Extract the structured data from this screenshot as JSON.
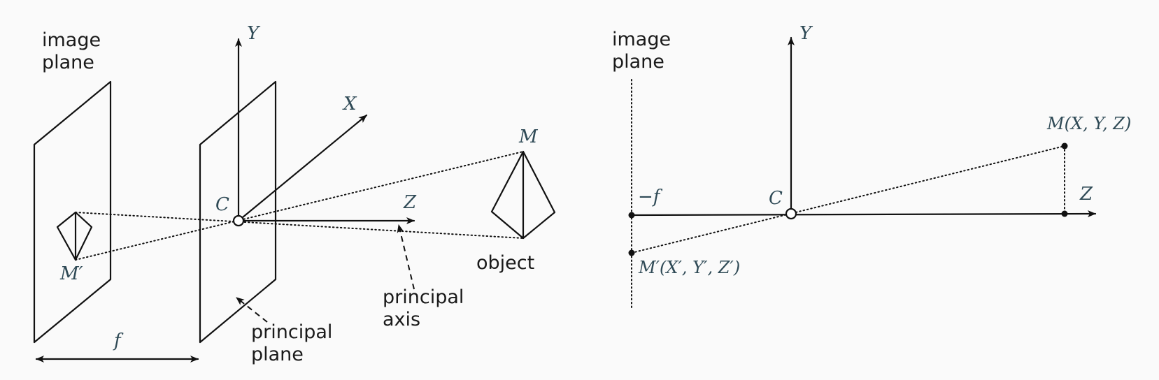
{
  "left": {
    "image_plane_line1": "image",
    "image_plane_line2": "plane",
    "y_axis": "Y",
    "x_axis": "X",
    "z_axis": "Z",
    "center": "C",
    "object_point": "M",
    "image_point": "M′",
    "object_label": "object",
    "principal_axis_line1": "principal",
    "principal_axis_line2": "axis",
    "principal_plane_line1": "principal",
    "principal_plane_line2": "plane",
    "focal": "f"
  },
  "right": {
    "image_plane_line1": "image",
    "image_plane_line2": "plane",
    "y_axis": "Y",
    "z_axis": "Z",
    "center": "C",
    "neg_f": "−f",
    "object_point": "M(X, Y, Z)",
    "image_point": "M′(X′, Y′, Z′)"
  }
}
